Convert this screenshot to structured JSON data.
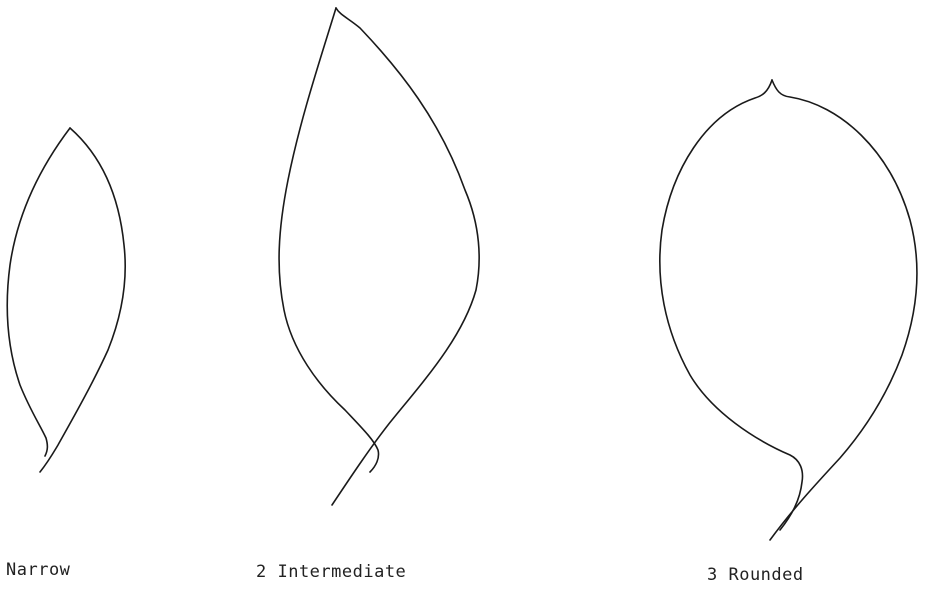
{
  "figure": {
    "leaves": [
      {
        "shape": "narrow",
        "caption": "Narrow"
      },
      {
        "shape": "intermediate",
        "caption": "2 Intermediate"
      },
      {
        "shape": "rounded",
        "caption": "3 Rounded"
      }
    ],
    "line_color": "#1a1a1a",
    "text_color": "#222222",
    "background": "#ffffff"
  }
}
